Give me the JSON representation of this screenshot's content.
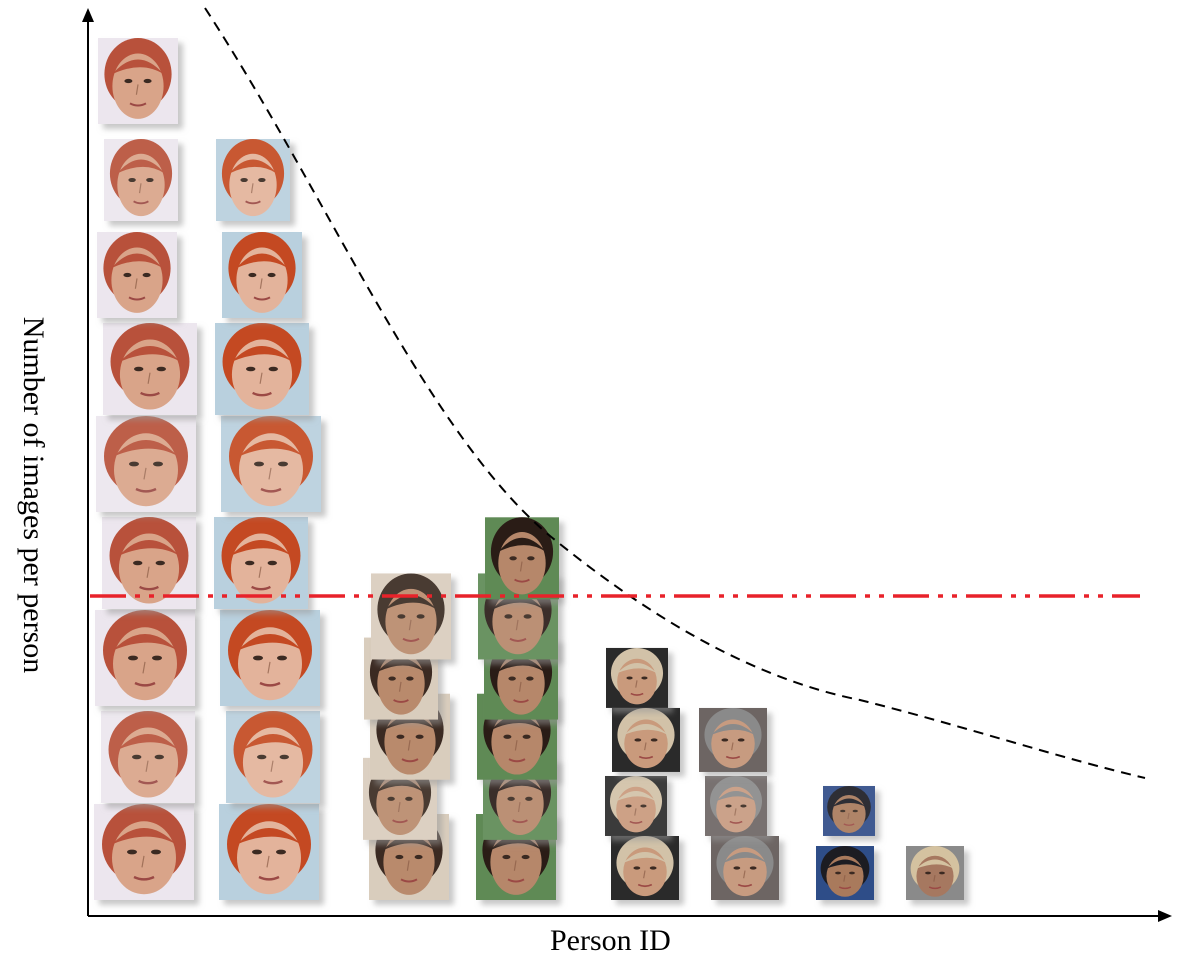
{
  "axes": {
    "x_label": "Person ID",
    "y_label": "Number of images per person"
  },
  "colors": {
    "axis": "#000000",
    "trend_curve": "#000000",
    "threshold_line": "#e8222a",
    "photo_shadow": "#bdbdbd"
  },
  "figure": {
    "kind": "long-tail distribution of face images per identity",
    "identities": [
      {
        "images": 9,
        "hair": "#b8513a",
        "skin": "#d9a489",
        "bg": "#ece6ee"
      },
      {
        "images": 8,
        "hair": "#c44a22",
        "skin": "#e3b39b",
        "bg": "#b9d0de"
      },
      {
        "images": 5,
        "hair": "#3a2a22",
        "skin": "#b98a6c",
        "bg": "#d9cdbd"
      },
      {
        "images": 6,
        "hair": "#2a1e18",
        "skin": "#b6876a",
        "bg": "#5f8a55"
      },
      {
        "images": 4,
        "hair": "#d2c2a8",
        "skin": "#c99a7c",
        "bg": "#2a2a2a"
      },
      {
        "images": 3,
        "hair": "#8a8a8a",
        "skin": "#c79b80",
        "bg": "#6d6563"
      },
      {
        "images": 2,
        "hair": "#1c1c24",
        "skin": "#a97a5c",
        "bg": "#2f4d88"
      },
      {
        "images": 1,
        "hair": "#d4c2a0",
        "skin": "#a67860",
        "bg": "#8a8a8a"
      }
    ],
    "threshold_images": 3.5
  }
}
